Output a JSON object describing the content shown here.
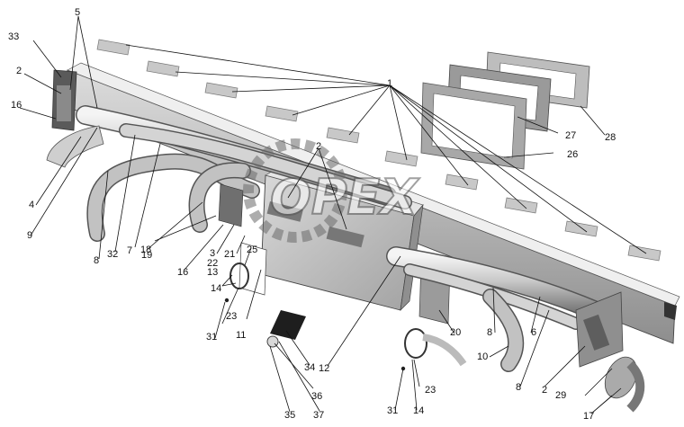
{
  "watermark": {
    "text": "OPEX"
  },
  "callouts": [
    {
      "id": "c1",
      "text": "1"
    },
    {
      "id": "c2a",
      "text": "2"
    },
    {
      "id": "c2b",
      "text": "2"
    },
    {
      "id": "c2c",
      "text": "2"
    },
    {
      "id": "c3",
      "text": "3"
    },
    {
      "id": "c4",
      "text": "4"
    },
    {
      "id": "c5",
      "text": "5"
    },
    {
      "id": "c6",
      "text": "6"
    },
    {
      "id": "c7",
      "text": "7"
    },
    {
      "id": "c8a",
      "text": "8"
    },
    {
      "id": "c8b",
      "text": "8"
    },
    {
      "id": "c8c",
      "text": "8"
    },
    {
      "id": "c9",
      "text": "9"
    },
    {
      "id": "c10",
      "text": "10"
    },
    {
      "id": "c11",
      "text": "11"
    },
    {
      "id": "c12",
      "text": "12"
    },
    {
      "id": "c13",
      "text": "13"
    },
    {
      "id": "c14a",
      "text": "14"
    },
    {
      "id": "c14b",
      "text": "14"
    },
    {
      "id": "c16a",
      "text": "16"
    },
    {
      "id": "c16b",
      "text": "16"
    },
    {
      "id": "c17",
      "text": "17"
    },
    {
      "id": "c18",
      "text": "18"
    },
    {
      "id": "c19",
      "text": "19"
    },
    {
      "id": "c20",
      "text": "20"
    },
    {
      "id": "c21",
      "text": "21"
    },
    {
      "id": "c22",
      "text": "22"
    },
    {
      "id": "c23a",
      "text": "23"
    },
    {
      "id": "c23b",
      "text": "23"
    },
    {
      "id": "c25",
      "text": "25"
    },
    {
      "id": "c26",
      "text": "26"
    },
    {
      "id": "c27",
      "text": "27"
    },
    {
      "id": "c28",
      "text": "28"
    },
    {
      "id": "c29",
      "text": "29"
    },
    {
      "id": "c31a",
      "text": "31"
    },
    {
      "id": "c31b",
      "text": "31"
    },
    {
      "id": "c32",
      "text": "32"
    },
    {
      "id": "c33",
      "text": "33"
    },
    {
      "id": "c34",
      "text": "34"
    },
    {
      "id": "c35",
      "text": "35"
    },
    {
      "id": "c36",
      "text": "36"
    },
    {
      "id": "c37",
      "text": "37"
    }
  ]
}
